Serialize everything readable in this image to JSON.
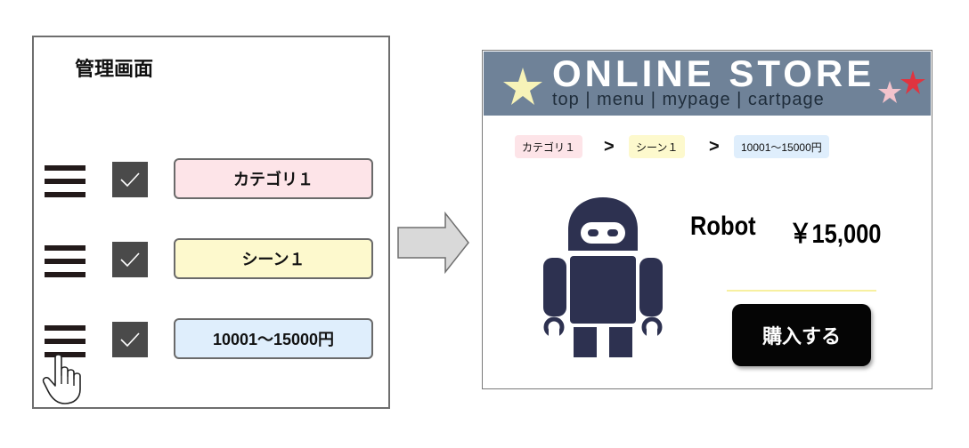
{
  "admin": {
    "title": "管理画面",
    "rows": [
      {
        "label": "カテゴリ１",
        "checked": true
      },
      {
        "label": "シーン１",
        "checked": true
      },
      {
        "label": "10001〜15000円",
        "checked": true
      }
    ]
  },
  "store": {
    "title": "ONLINE STORE",
    "nav": "top | menu | mypage | cartpage",
    "breadcrumb": [
      "カテゴリ１",
      "シーン１",
      "10001〜15000円"
    ],
    "breadcrumb_separator": ">",
    "product": {
      "name": "Robot",
      "price": "￥15,000"
    },
    "buy_label": "購入する"
  },
  "colors": {
    "header_bg": "#6f8298",
    "robot": "#2d3150",
    "tag_pink": "#fde4e8",
    "tag_yellow": "#fdf9cd",
    "tag_blue": "#dfeefc",
    "star_yellow": "#f7f3b8",
    "star_pink": "#f3c3cc",
    "star_red": "#e0343f"
  }
}
